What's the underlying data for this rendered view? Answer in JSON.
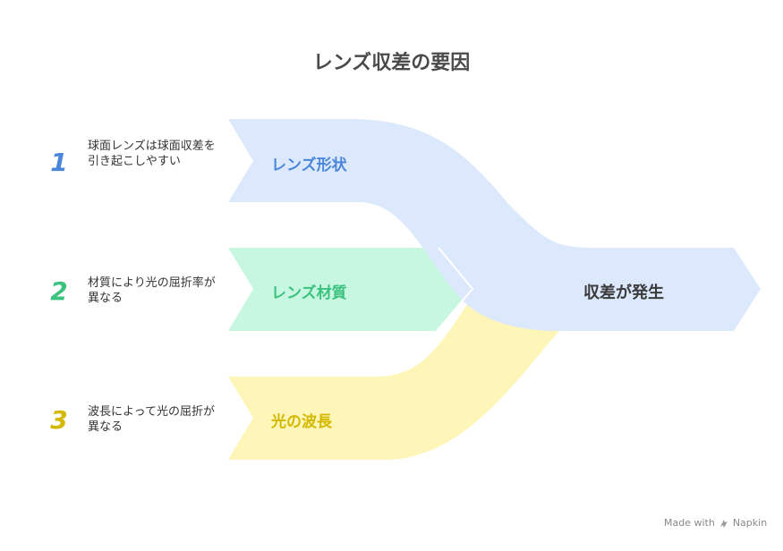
{
  "title": "レンズ収差の要因",
  "colors": {
    "blue_fill": "#dce8fc",
    "green_fill": "#c8f7e1",
    "yellow_fill": "#fdf6b8",
    "blue_text": "#4a86d9",
    "green_text": "#3cc27f",
    "yellow_text": "#d4b800"
  },
  "factors": [
    {
      "number": "1",
      "description": "球面レンズは球面収差を引き起こしやすい",
      "label": "レンズ形状"
    },
    {
      "number": "2",
      "description": "材質により光の屈折率が異なる",
      "label": "レンズ材質"
    },
    {
      "number": "3",
      "description": "波長によって光の屈折が異なる",
      "label": "光の波長"
    }
  ],
  "result": "収差が発生",
  "footer": {
    "made_with": "Made with",
    "brand": "Napkin",
    "icon": "napkin-logo-icon"
  }
}
